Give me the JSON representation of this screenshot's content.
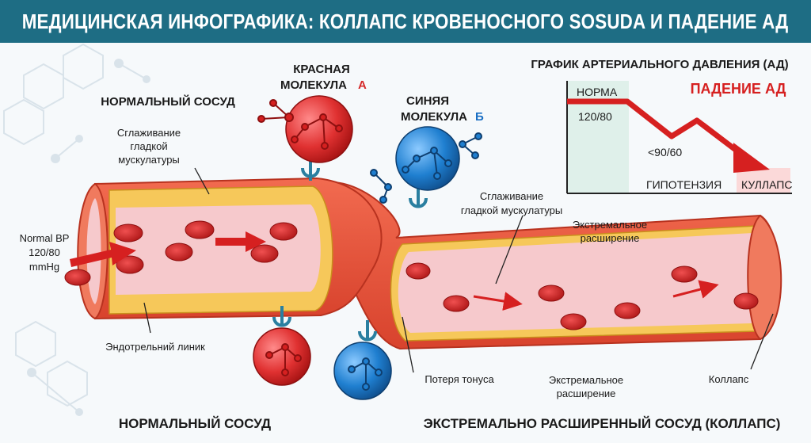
{
  "title": "МЕДИЦИНСКАЯ ИНФОГРАФИКА: КОЛЛАПС КРОВЕНОСНОГО SOSUDA И ПАДЕНИЕ АД",
  "labels": {
    "normal_vessel_top": "НОРМАЛЬНЫЙ СОСУД",
    "normal_vessel_bottom": "НОРМАЛЬНЫЙ СОСУД",
    "dilated_vessel_bottom": "ЭКСТРЕМАЛЬНО РАСШИРЕННЫЙ СОСУД (КОЛЛАПС)",
    "smooth_muscle_1": [
      "Сглаживание",
      "гладкой",
      "мускулатуры"
    ],
    "smooth_muscle_2": [
      "Сглаживание",
      "гладкой мускулатуры"
    ],
    "endothelial": "Эндотрельний линик",
    "normal_bp": [
      "Normal BP",
      "120/80",
      "mmHg"
    ],
    "extreme_dilation_1": [
      "Экстремальное",
      "расширение"
    ],
    "extreme_dilation_2": [
      "Экстремальное",
      "расширение"
    ],
    "tone_loss": "Потеря тонуса",
    "collapse": "Коллапс"
  },
  "molecules": {
    "red": {
      "line1": "КРАСНАЯ",
      "line2": "МОЛЕКУЛА",
      "letter": "А",
      "color": "#e03131"
    },
    "blue": {
      "line1": "СИНЯЯ",
      "line2": "МОЛЕКУЛА",
      "letter": "Б",
      "color": "#1f7fd0"
    }
  },
  "bp_graph": {
    "title": "ГРАФИК АРТЕРИАЛЬНОГО ДАВЛЕНИЯ (АД)",
    "drop_label": "ПАДЕНИЕ АД",
    "zones": [
      "НОРМА",
      "ГИПОТЕНЗИЯ",
      "КУЛЛАПС"
    ],
    "values": [
      "120/80",
      "<90/60"
    ]
  },
  "colors": {
    "banner": "#1e6d84",
    "vessel_outer": "#e8543c",
    "vessel_inner": "#f7c9c9",
    "muscle": "#f6c85a",
    "blood_cell": "#d42222",
    "norm_zone": "#dff0ea",
    "collapse_zone": "#fbd9d9"
  }
}
